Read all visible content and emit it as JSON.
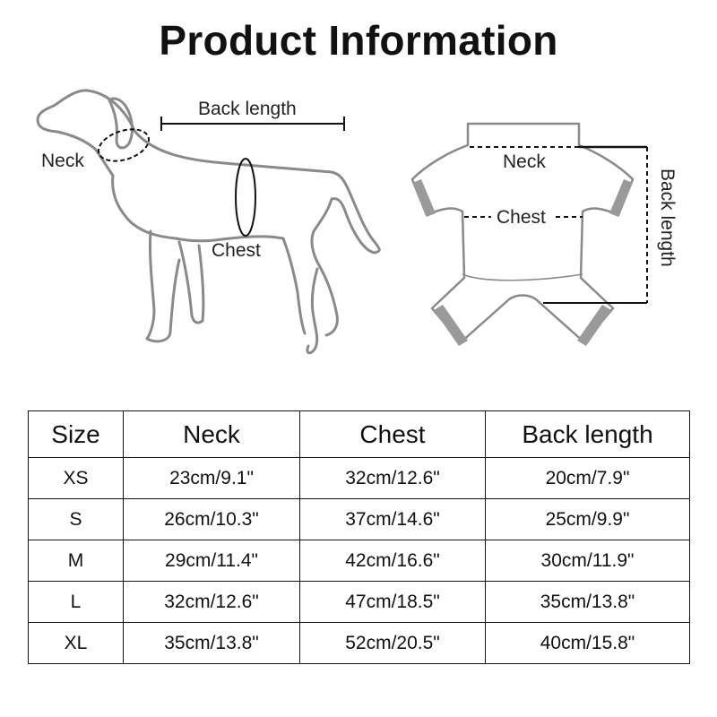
{
  "title": "Product Information",
  "diagram": {
    "dog_labels": {
      "neck": "Neck",
      "back_length": "Back length",
      "chest": "Chest"
    },
    "garment_labels": {
      "neck": "Neck",
      "chest": "Chest",
      "back_length": "Back length"
    }
  },
  "table": {
    "headers": [
      "Size",
      "Neck",
      "Chest",
      "Back length"
    ],
    "rows": [
      [
        "XS",
        "23cm/9.1\"",
        "32cm/12.6\"",
        "20cm/7.9\""
      ],
      [
        "S",
        "26cm/10.3\"",
        "37cm/14.6\"",
        "25cm/9.9\""
      ],
      [
        "M",
        "29cm/11.4\"",
        "42cm/16.6\"",
        "30cm/11.9\""
      ],
      [
        "L",
        "32cm/12.6\"",
        "47cm/18.5\"",
        "35cm/13.8\""
      ],
      [
        "XL",
        "35cm/13.8\"",
        "52cm/20.5\"",
        "40cm/15.8\""
      ]
    ]
  }
}
